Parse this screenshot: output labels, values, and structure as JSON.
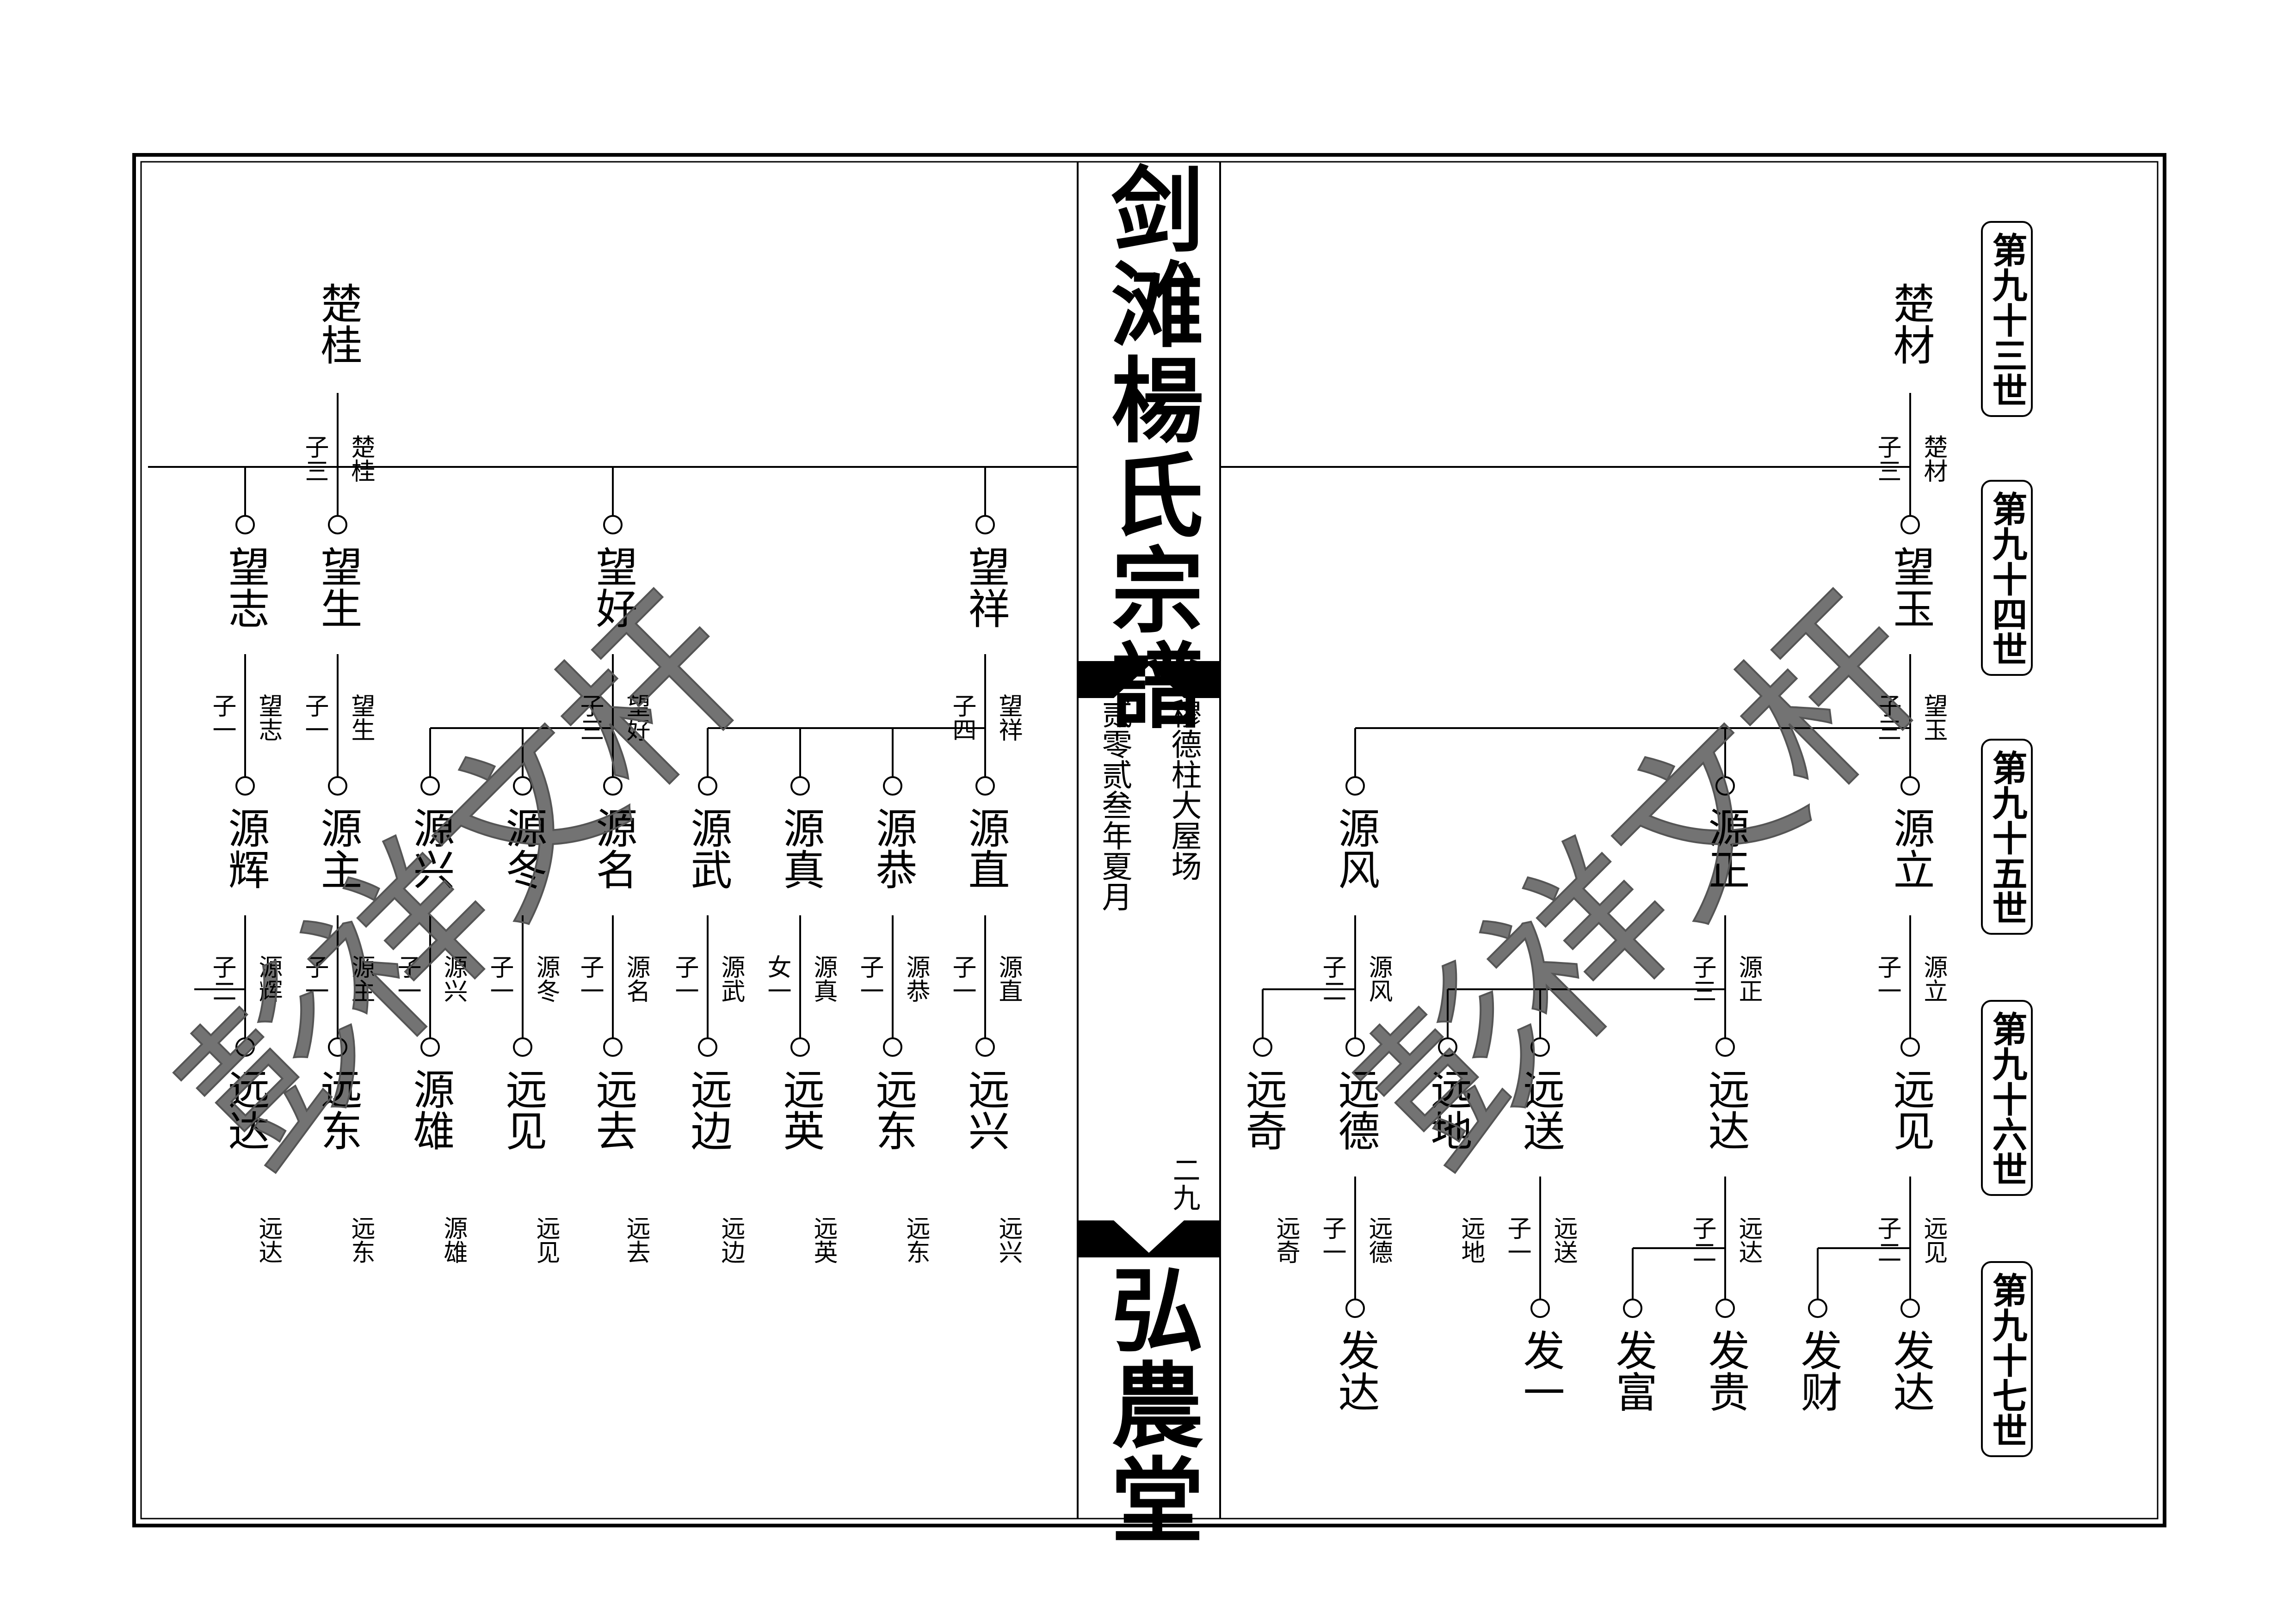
{
  "book": {
    "title": "剑滩楊氏宗譜",
    "hall": "弘農堂",
    "place": "穆德柱大屋场",
    "date": "贰零贰叁年夏月",
    "page_no": "二九"
  },
  "generations": [
    "第九十三世",
    "第九十四世",
    "第九十五世",
    "第九十六世",
    "第九十七世"
  ],
  "watermark": "彭祥文杆",
  "left": {
    "root": "楚桂",
    "root_note": {
      "count": "子三",
      "parent": "楚桂"
    },
    "gen94": [
      {
        "name": "望祥",
        "note": {
          "count": "子四",
          "parent": "望祥"
        }
      },
      {
        "name": "望好",
        "note": {
          "count": "子三",
          "parent": "望好"
        }
      },
      {
        "name": "望生",
        "note": {
          "count": "子一",
          "parent": "望生"
        }
      },
      {
        "name": "望志",
        "note": {
          "count": "子一",
          "parent": "望志"
        }
      }
    ],
    "gen95": [
      {
        "name": "源直",
        "note": {
          "count": "子一",
          "parent": "源直"
        }
      },
      {
        "name": "源恭",
        "note": {
          "count": "子一",
          "parent": "源恭"
        }
      },
      {
        "name": "源真",
        "note": {
          "count": "女一",
          "parent": "源真"
        }
      },
      {
        "name": "源武",
        "note": {
          "count": "子一",
          "parent": "源武"
        }
      },
      {
        "name": "源名",
        "note": {
          "count": "子一",
          "parent": "源名"
        }
      },
      {
        "name": "源冬",
        "note": {
          "count": "子一",
          "parent": "源冬"
        }
      },
      {
        "name": "源兴",
        "note": {
          "count": "子一",
          "parent": "源兴"
        }
      },
      {
        "name": "源主",
        "note": {
          "count": "子一",
          "parent": "源主"
        }
      },
      {
        "name": "源辉",
        "note": {
          "count": "子二",
          "parent": "源辉"
        }
      }
    ],
    "gen96": [
      "远兴",
      "远东",
      "远英",
      "远边",
      "远去",
      "远见",
      "源雄",
      "远东",
      "远达"
    ],
    "gen96_notes": [
      "远兴",
      "远东",
      "远英",
      "远边",
      "远去",
      "远见",
      "源雄",
      "远东",
      "远达"
    ]
  },
  "right": {
    "root": "楚材",
    "root_note": {
      "count": "子三",
      "parent": "楚材"
    },
    "gen94": [
      {
        "name": "望玉",
        "note": {
          "count": "子三",
          "parent": "望玉"
        }
      }
    ],
    "gen95": [
      {
        "name": "源立",
        "note": {
          "count": "子一",
          "parent": "源立"
        }
      },
      {
        "name": "源正",
        "note": {
          "count": "子三",
          "parent": "源正"
        }
      },
      {
        "name": "源风",
        "note": {
          "count": "子二",
          "parent": "源风"
        }
      }
    ],
    "gen96": [
      "远见",
      "远达",
      "远送",
      "远地",
      "远德",
      "远奇"
    ],
    "gen96_notes": [
      {
        "count": "子二",
        "parent": "远见"
      },
      {
        "count": "子二",
        "parent": "远达"
      },
      {
        "count": "子一",
        "parent": "远送"
      },
      {
        "count": "",
        "parent": "远地"
      },
      {
        "count": "子一",
        "parent": "远德"
      },
      {
        "count": "",
        "parent": "远奇"
      }
    ],
    "gen97": [
      "发达",
      "发财",
      "发贵",
      "发富",
      "发一",
      "发达"
    ]
  }
}
